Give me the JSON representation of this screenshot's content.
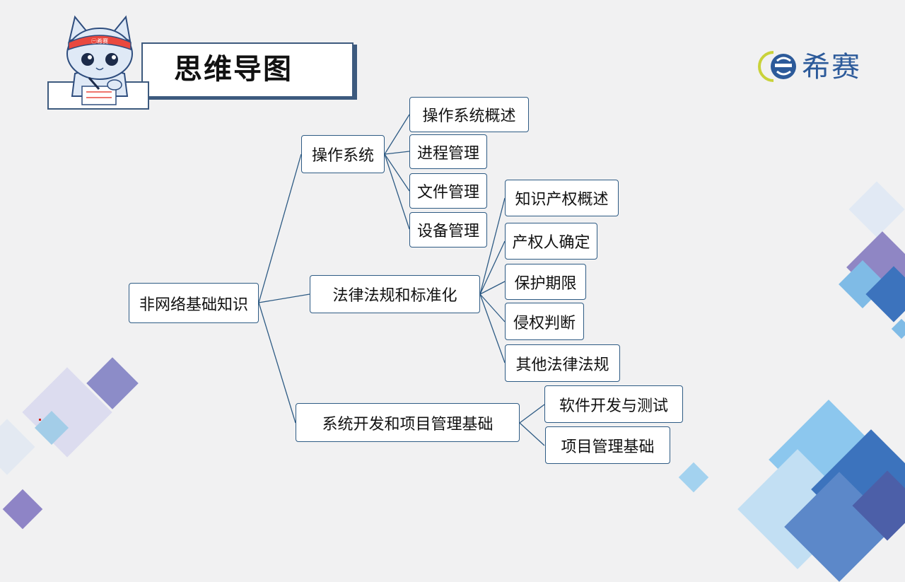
{
  "header": {
    "title": "思维导图",
    "mascot_band_text": "㊀希赛"
  },
  "logo": {
    "text": "希赛",
    "icon": "xisai-logo-icon",
    "brand_color": "#2c5a9a",
    "accent_color": "#c9d23a"
  },
  "mindmap": {
    "root": "非网络基础知识",
    "branches": [
      {
        "label": "操作系统",
        "children": [
          "操作系统概述",
          "进程管理",
          "文件管理",
          "设备管理"
        ]
      },
      {
        "label": "法律法规和标准化",
        "children": [
          "知识产权概述",
          "产权人确定",
          "保护期限",
          "侵权判断",
          "其他法律法规"
        ]
      },
      {
        "label": "系统开发和项目管理基础",
        "children": [
          "软件开发与测试",
          "项目管理基础"
        ]
      }
    ]
  },
  "colors": {
    "node_border": "#2e5b84",
    "connector": "#2e5b84",
    "background": "#f1f1f2"
  }
}
